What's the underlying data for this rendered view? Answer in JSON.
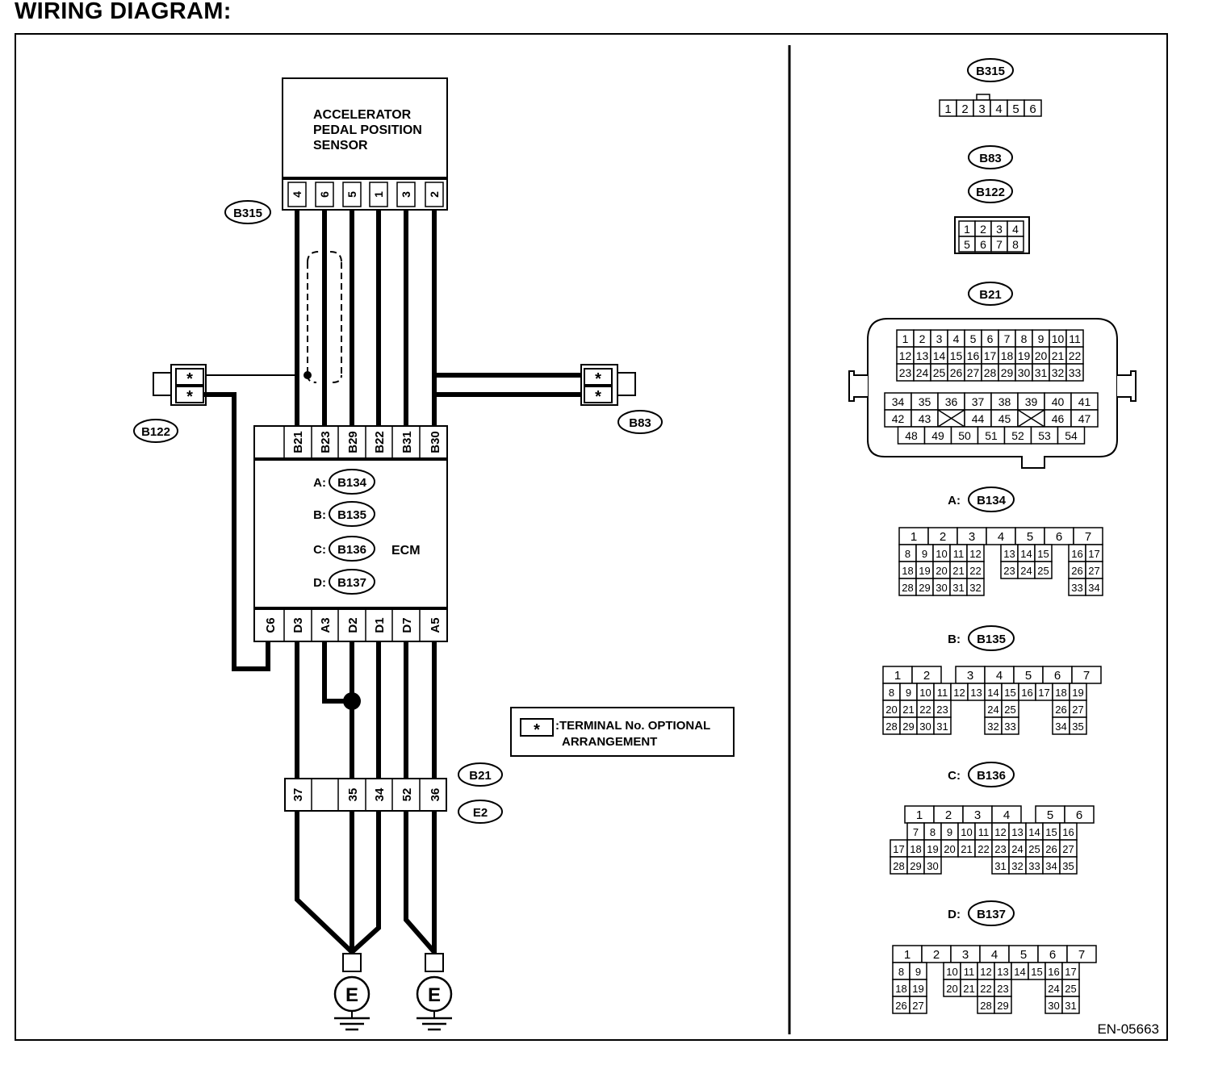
{
  "title": "WIRING DIAGRAM:",
  "diagram_code": "EN-05663",
  "sensor": {
    "name_lines": [
      "ACCELERATOR",
      "PEDAL POSITION",
      "SENSOR"
    ],
    "connector": "B315",
    "pins": [
      "4",
      "6",
      "5",
      "1",
      "3",
      "2"
    ]
  },
  "ecm": {
    "name": "ECM",
    "connectors": [
      {
        "prefix": "A:",
        "code": "B134"
      },
      {
        "prefix": "B:",
        "code": "B135"
      },
      {
        "prefix": "C:",
        "code": "B136"
      },
      {
        "prefix": "D:",
        "code": "B137"
      }
    ],
    "top_pins": [
      "B21",
      "B23",
      "B29",
      "B22",
      "B31",
      "B30"
    ],
    "bottom_pins": [
      "C6",
      "D3",
      "A3",
      "D2",
      "D1",
      "D7",
      "A5"
    ]
  },
  "joint_connectors": [
    {
      "code": "B122",
      "pins": [
        "*",
        "*"
      ]
    },
    {
      "code": "B83",
      "pins": [
        "*",
        "*"
      ]
    }
  ],
  "ground_connector": {
    "codes": [
      "B21",
      "E2"
    ],
    "pins": [
      "37",
      "35",
      "34",
      "52",
      "36"
    ]
  },
  "grounds": [
    "E",
    "E"
  ],
  "legend": {
    "symbol": "*",
    "lines": [
      ":TERMINAL No. OPTIONAL",
      "ARRANGEMENT"
    ]
  },
  "connector_views": {
    "B315": {
      "code": "B315",
      "pins": [
        "1",
        "2",
        "3",
        "4",
        "5",
        "6"
      ]
    },
    "B83_B122": {
      "codes": [
        "B83",
        "B122"
      ],
      "rows": [
        [
          "1",
          "2",
          "3",
          "4"
        ],
        [
          "5",
          "6",
          "7",
          "8"
        ]
      ]
    },
    "B21": {
      "code": "B21",
      "upper_rows": [
        [
          "1",
          "2",
          "3",
          "4",
          "5",
          "6",
          "7",
          "8",
          "9",
          "10",
          "11"
        ],
        [
          "12",
          "13",
          "14",
          "15",
          "16",
          "17",
          "18",
          "19",
          "20",
          "21",
          "22"
        ],
        [
          "23",
          "24",
          "25",
          "26",
          "27",
          "28",
          "29",
          "30",
          "31",
          "32",
          "33"
        ]
      ],
      "lower_rows": [
        [
          "34",
          "35",
          "36",
          "37",
          "38",
          "39",
          "40",
          "41"
        ],
        [
          "42",
          "43",
          "",
          "44",
          "45",
          "",
          "46",
          "47"
        ],
        [
          "48",
          "49",
          "50",
          "51",
          "52",
          "53",
          "54"
        ]
      ]
    },
    "B134": {
      "prefix": "A:",
      "code": "B134"
    },
    "B135": {
      "prefix": "B:",
      "code": "B135"
    },
    "B136": {
      "prefix": "C:",
      "code": "B136"
    },
    "B137": {
      "prefix": "D:",
      "code": "B137"
    }
  }
}
